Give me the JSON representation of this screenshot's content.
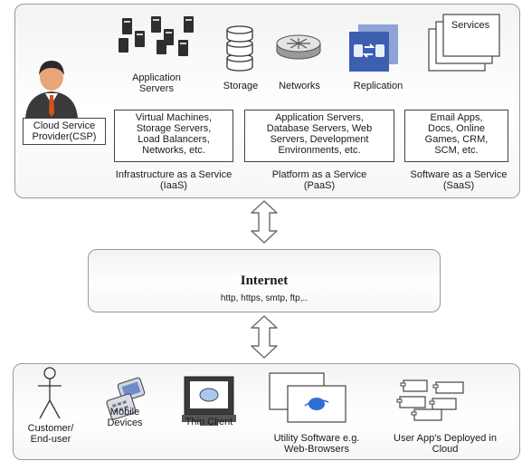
{
  "top": {
    "provider_label": "Cloud Service\nProvider(CSP)",
    "icons": {
      "application_servers": "Application\nServers",
      "storage": "Storage",
      "networks": "Networks",
      "replication": "Replication",
      "services": "Services"
    },
    "boxes": {
      "iaas": "Virtual Machines,\nStorage Servers,\nLoad Balancers,\nNetworks, etc.",
      "paas": "Application Servers,\nDatabase Servers, Web\nServers, Development\nEnvironments, etc.",
      "saas": "Email Apps,\nDocs, Online\nGames, CRM,\nSCM, etc."
    },
    "captions": {
      "iaas": "Infrastructure as a Service\n(IaaS)",
      "paas": "Platform as a Service\n(PaaS)",
      "saas": "Software as a Service\n(SaaS)"
    }
  },
  "internet": {
    "title": "Internet",
    "protocols": "http, https, smtp, ftp,.."
  },
  "bottom": {
    "customer": "Customer/\nEnd-user",
    "mobile": "Mobile\nDevices",
    "thin_client": "Thin Client",
    "utility": "Utility Software e.g.\nWeb-Browsers",
    "user_app": "User App's Deployed in\nCloud"
  }
}
